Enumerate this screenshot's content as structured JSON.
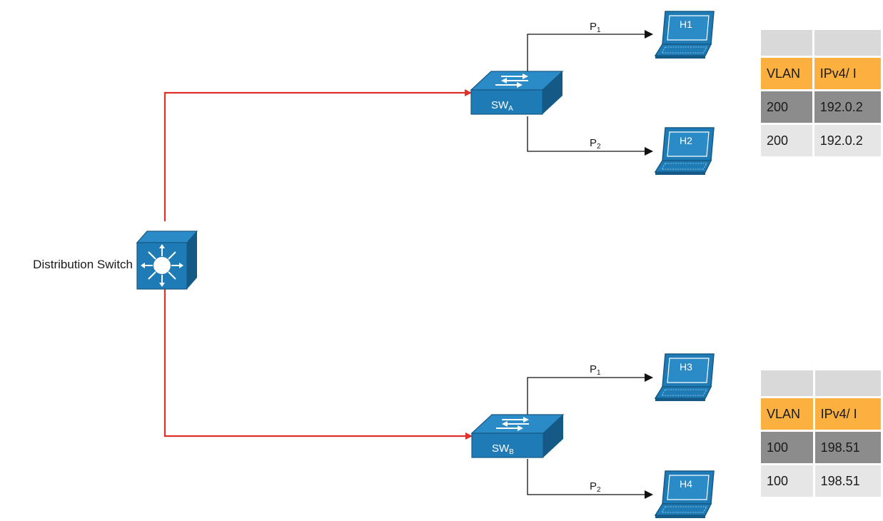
{
  "distribution_switch": {
    "label": "Distribution Switch"
  },
  "switches": [
    {
      "id": "A",
      "base": "SW",
      "sub": "A"
    },
    {
      "id": "B",
      "base": "SW",
      "sub": "B"
    }
  ],
  "hosts": [
    "H1",
    "H2",
    "H3",
    "H4"
  ],
  "ports": {
    "p1": {
      "base": "P",
      "sub": "1"
    },
    "p2": {
      "base": "P",
      "sub": "2"
    }
  },
  "tables": [
    {
      "headers": [
        "VLAN",
        "IPv4/ I"
      ],
      "rows": [
        [
          "200",
          "192.0.2"
        ],
        [
          "200",
          "192.0.2"
        ]
      ]
    },
    {
      "headers": [
        "VLAN",
        "IPv4/ I"
      ],
      "rows": [
        [
          "100",
          "198.51"
        ],
        [
          "100",
          "198.51"
        ]
      ]
    }
  ],
  "colors": {
    "device_blue": "#1f7bb5",
    "device_blue_dark": "#155a86",
    "uplink_red": "#e0302a",
    "access_link": "#333333",
    "table_header": "#fbb040",
    "table_row_dark": "#8c8c8c",
    "table_row_light": "#e6e6e6",
    "table_title": "#d9d9d9"
  },
  "icons": {
    "distribution_switch": "multilayer-switch-icon",
    "access_switch": "workgroup-switch-icon",
    "host": "laptop-icon"
  }
}
